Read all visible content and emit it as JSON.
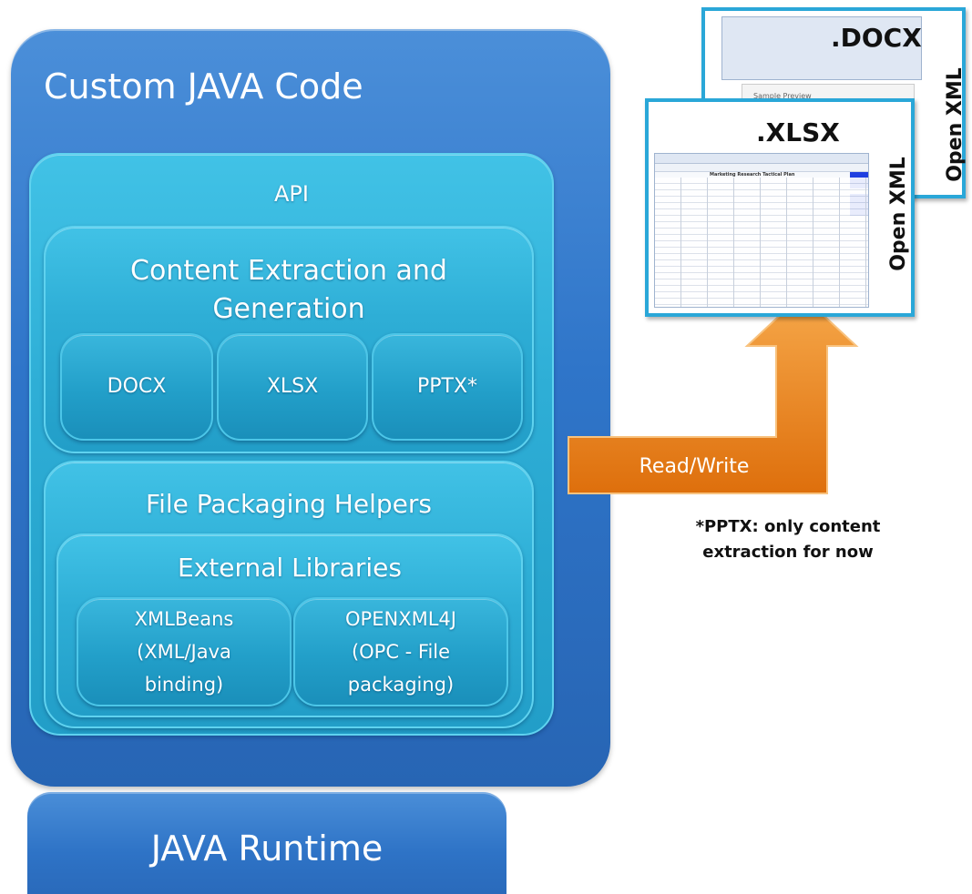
{
  "outer": {
    "title": "Custom JAVA Code"
  },
  "api": {
    "title": "API"
  },
  "content": {
    "title_line1": "Content Extraction and",
    "title_line2": "Generation",
    "formats": [
      "DOCX",
      "XLSX",
      "PPTX*"
    ]
  },
  "packaging": {
    "title": "File Packaging Helpers",
    "external": {
      "title": "External Libraries",
      "libs": [
        {
          "lines": [
            "XMLBeans",
            "(XML/Java",
            "binding)"
          ]
        },
        {
          "lines": [
            "OPENXML4J",
            "(OPC - File",
            "packaging)"
          ]
        }
      ]
    }
  },
  "runtime": {
    "title": "JAVA Runtime"
  },
  "arrow": {
    "label": "Read/Write"
  },
  "documents": {
    "docx": {
      "title": ".DOCX",
      "side": "Open XML",
      "preview_text": "Sample Preview"
    },
    "xlsx": {
      "title": ".XLSX",
      "side": "Open XML",
      "sheet_title": "Marketing Research Tactical Plan"
    }
  },
  "note": {
    "line1": "*PPTX: only content",
    "line2": "extraction for now"
  },
  "colors": {
    "outer": "#2f75c9",
    "teal": "#2eaed6",
    "arrow": "#f08a1e",
    "doc_border": "#2aa7d8"
  }
}
